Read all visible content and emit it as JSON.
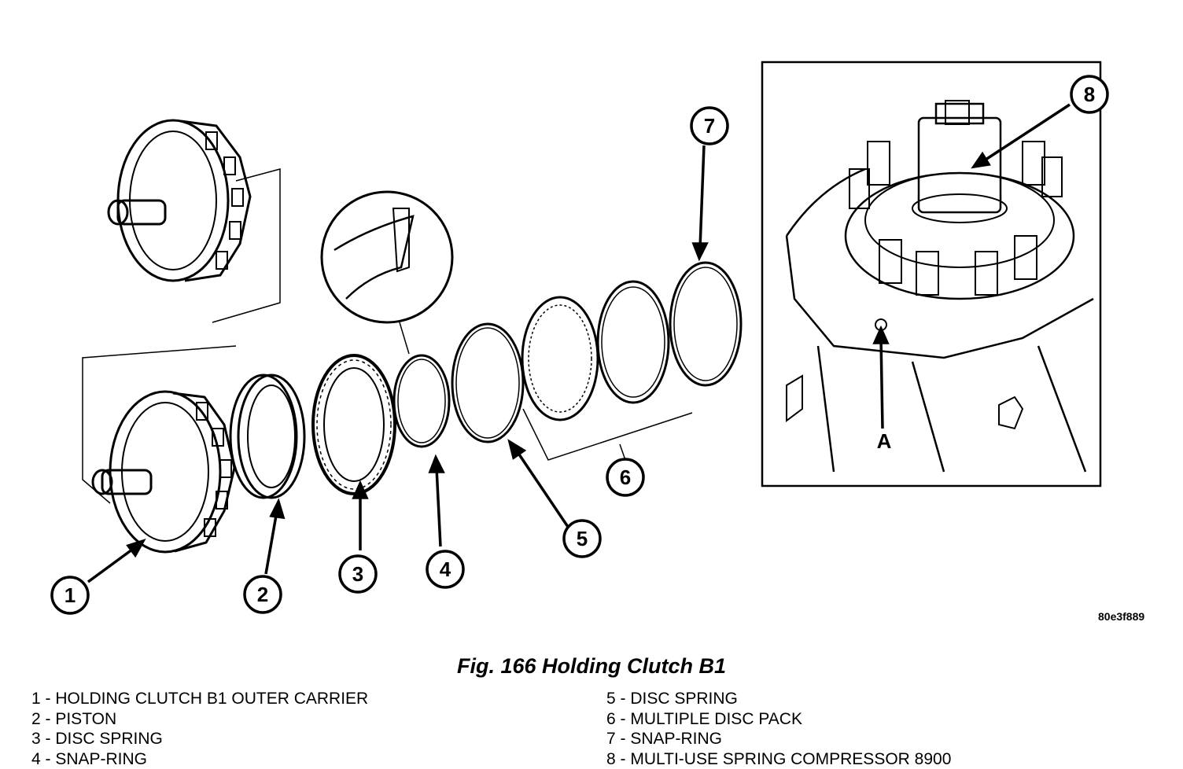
{
  "figure": {
    "id_code": "80e3f889",
    "caption": "Fig. 166 Holding Clutch B1"
  },
  "callouts": {
    "c1": "1",
    "c2": "2",
    "c3": "3",
    "c4": "4",
    "c5": "5",
    "c6": "6",
    "c7": "7",
    "c8": "8",
    "cA": "A"
  },
  "legend": [
    "1 - HOLDING CLUTCH B1 OUTER CARRIER",
    "2 - PISTON",
    "3 - DISC SPRING",
    "4 - SNAP-RING",
    "5 - DISC SPRING",
    "6 - MULTIPLE DISC PACK",
    "7 - SNAP-RING",
    "8 - MULTI-USE SPRING COMPRESSOR 8900"
  ]
}
